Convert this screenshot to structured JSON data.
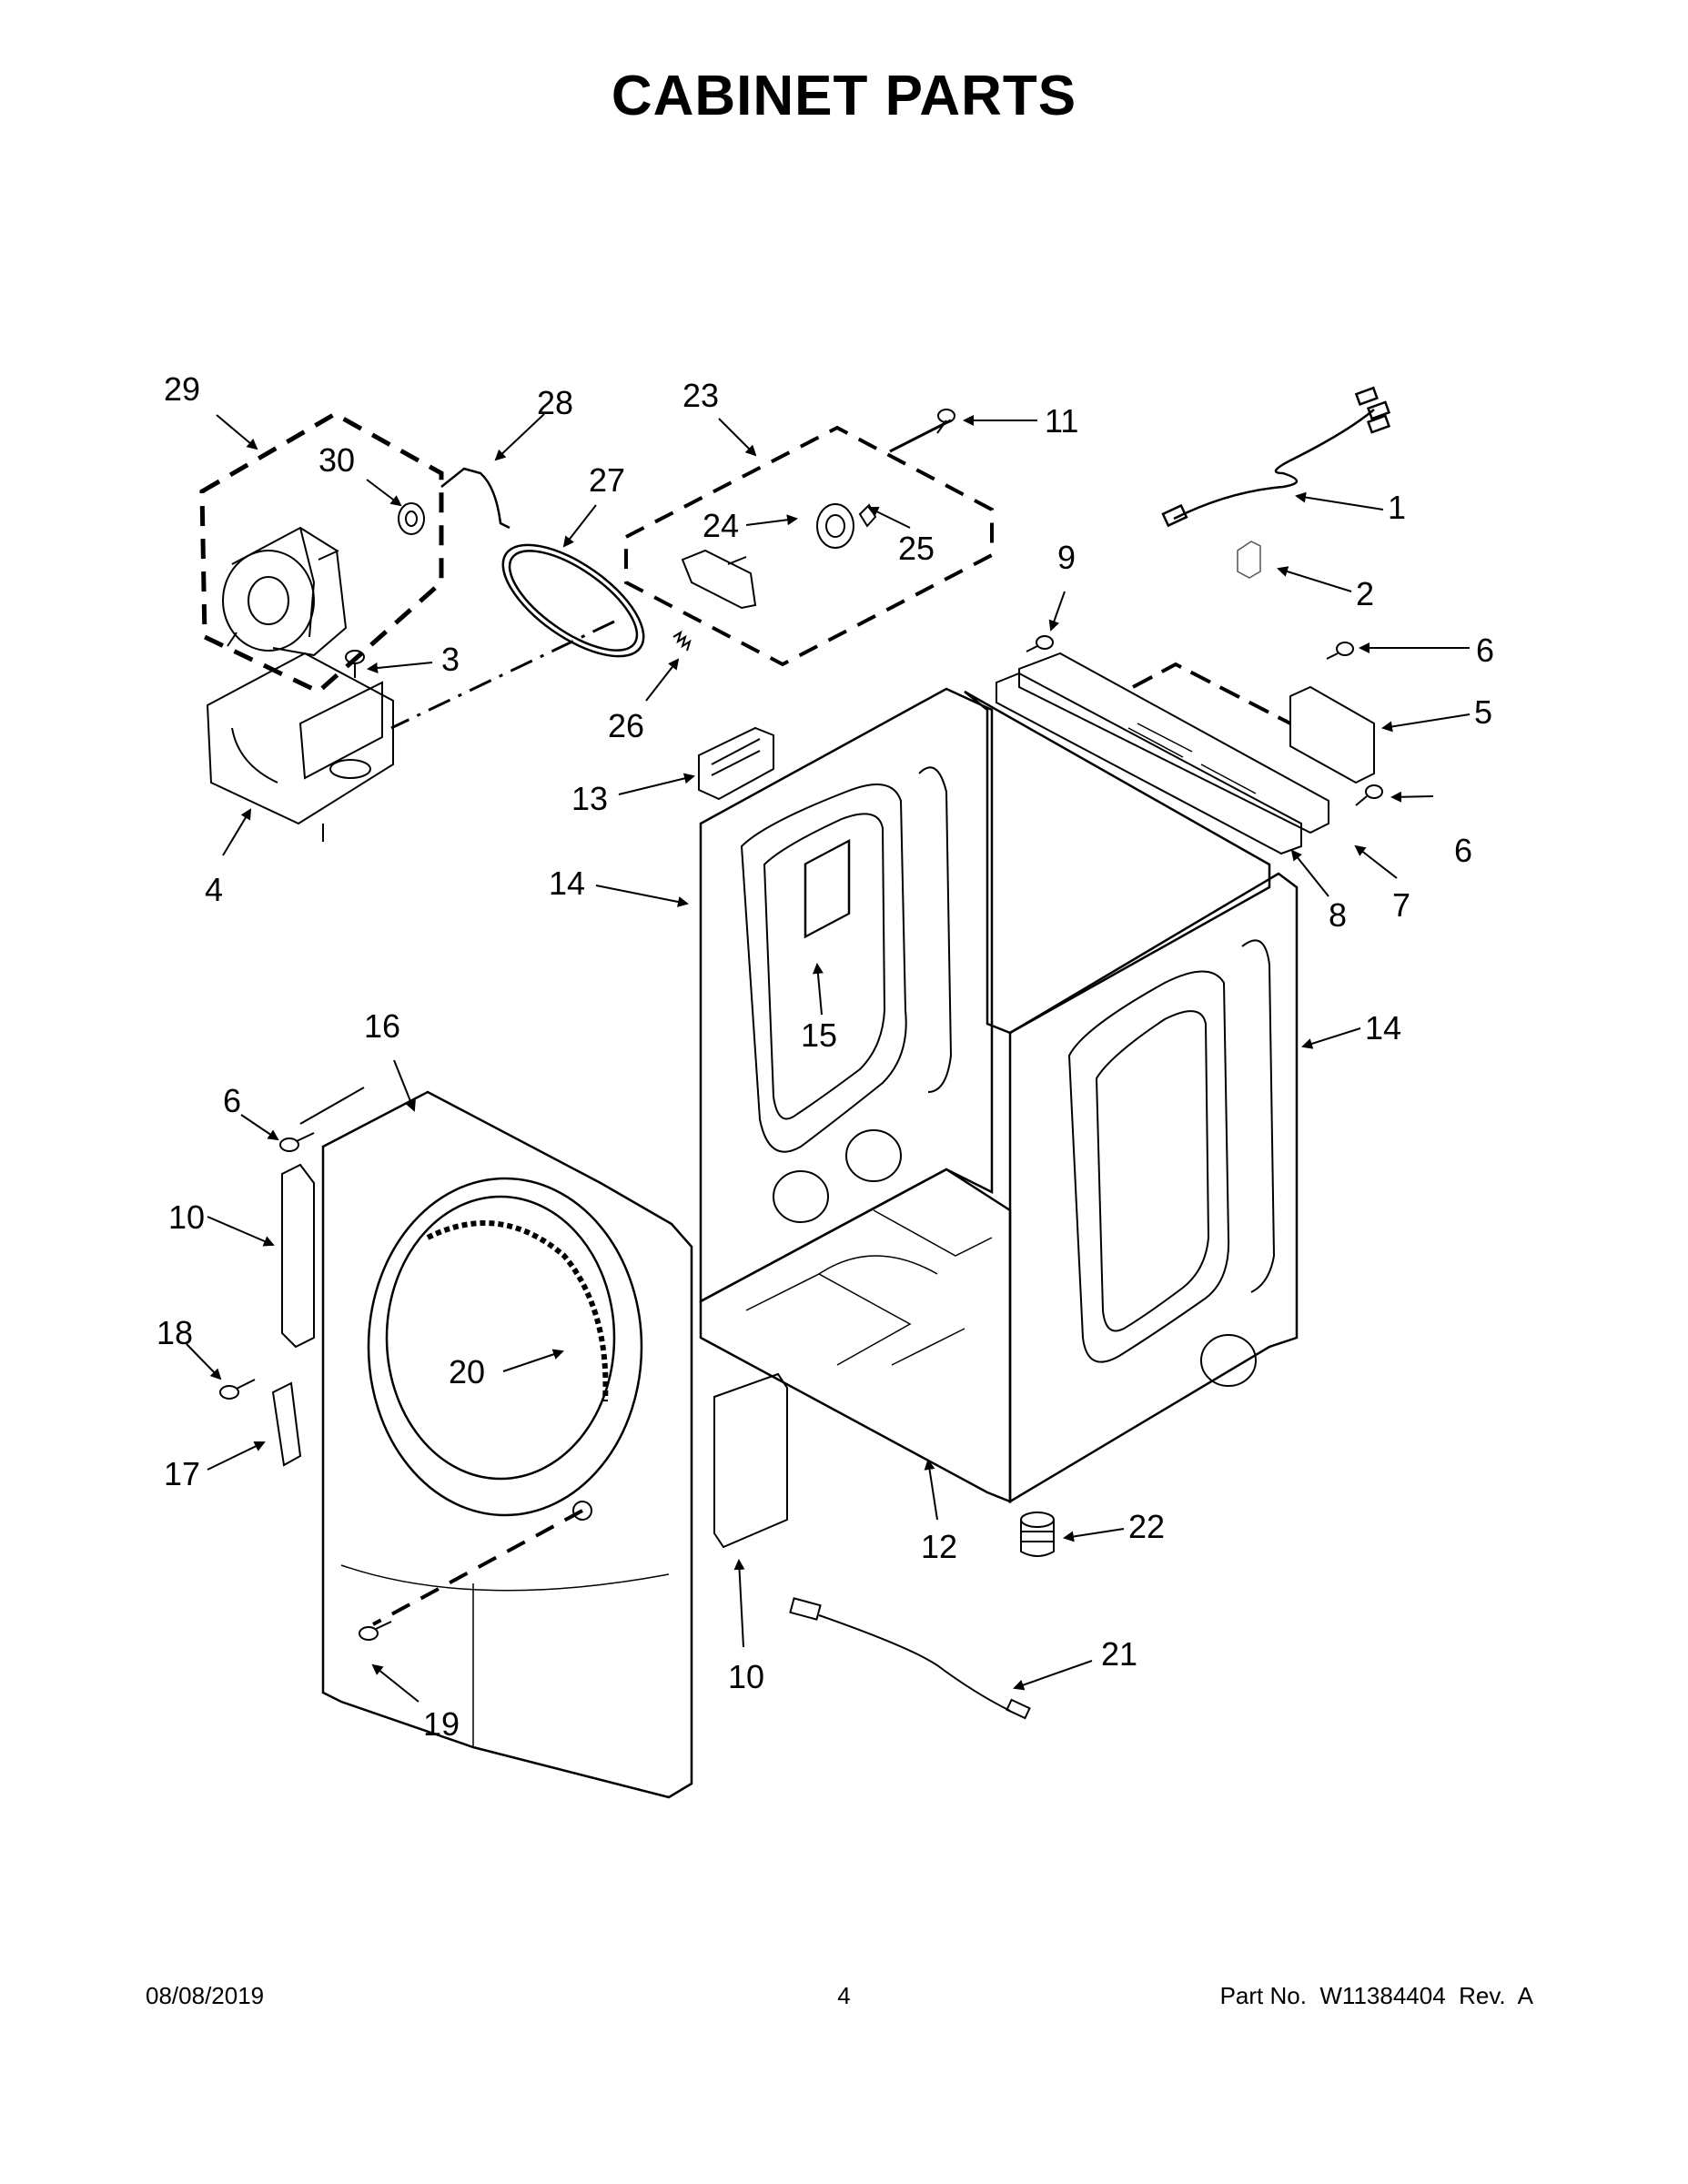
{
  "title": "CABINET PARTS",
  "callouts": [
    {
      "id": "c29",
      "text": "29"
    },
    {
      "id": "c30",
      "text": "30"
    },
    {
      "id": "c28",
      "text": "28"
    },
    {
      "id": "c27",
      "text": "27"
    },
    {
      "id": "c23",
      "text": "23"
    },
    {
      "id": "c24",
      "text": "24"
    },
    {
      "id": "c25",
      "text": "25"
    },
    {
      "id": "c11",
      "text": "11"
    },
    {
      "id": "c1",
      "text": "1"
    },
    {
      "id": "c2",
      "text": "2"
    },
    {
      "id": "c3",
      "text": "3"
    },
    {
      "id": "c4",
      "text": "4"
    },
    {
      "id": "c26",
      "text": "26"
    },
    {
      "id": "c9",
      "text": "9"
    },
    {
      "id": "c6a",
      "text": "6"
    },
    {
      "id": "c5",
      "text": "5"
    },
    {
      "id": "c6b",
      "text": "6"
    },
    {
      "id": "c7",
      "text": "7"
    },
    {
      "id": "c8",
      "text": "8"
    },
    {
      "id": "c13",
      "text": "13"
    },
    {
      "id": "c14a",
      "text": "14"
    },
    {
      "id": "c15",
      "text": "15"
    },
    {
      "id": "c14b",
      "text": "14"
    },
    {
      "id": "c16",
      "text": "16"
    },
    {
      "id": "c6c",
      "text": "6"
    },
    {
      "id": "c10a",
      "text": "10"
    },
    {
      "id": "c18",
      "text": "18"
    },
    {
      "id": "c20",
      "text": "20"
    },
    {
      "id": "c17",
      "text": "17"
    },
    {
      "id": "c22",
      "text": "22"
    },
    {
      "id": "c12",
      "text": "12"
    },
    {
      "id": "c10b",
      "text": "10"
    },
    {
      "id": "c21",
      "text": "21"
    },
    {
      "id": "c19",
      "text": "19"
    }
  ],
  "footer": {
    "date": "08/08/2019",
    "page": "4",
    "part": "Part No.  W11384404  Rev.  A"
  }
}
